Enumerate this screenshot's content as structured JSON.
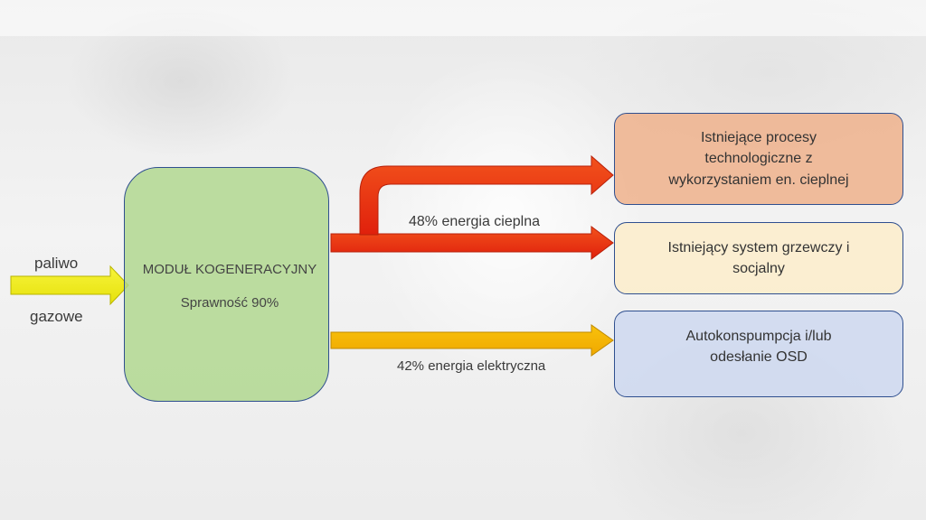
{
  "input": {
    "line1": "paliwo",
    "line2": "gazowe"
  },
  "module": {
    "title": "MODUŁ KOGENERACYJNY",
    "efficiency": "Sprawność 90%"
  },
  "flows": {
    "heat_label": "48% energia cieplna",
    "electric_label": "42% energia elektryczna"
  },
  "targets": {
    "process": [
      "Istniejące procesy",
      "technologiczne z",
      "wykorzystaniem en. cieplnej"
    ],
    "heating": [
      "Istniejący system grzewczy i",
      "socjalny"
    ],
    "power": [
      "Autokonspumpcja i/lub",
      "odesłanie OSD"
    ]
  },
  "colors": {
    "input_arrow": "#f2ee1c",
    "heat_arrow": "#f03a10",
    "electric_arrow": "#f5b800",
    "module_fill": "#afd78c",
    "box_process": "#eeb28c",
    "box_heating": "#fdecc8",
    "box_power": "#cfd9f0",
    "outline": "#2f4f8f"
  }
}
